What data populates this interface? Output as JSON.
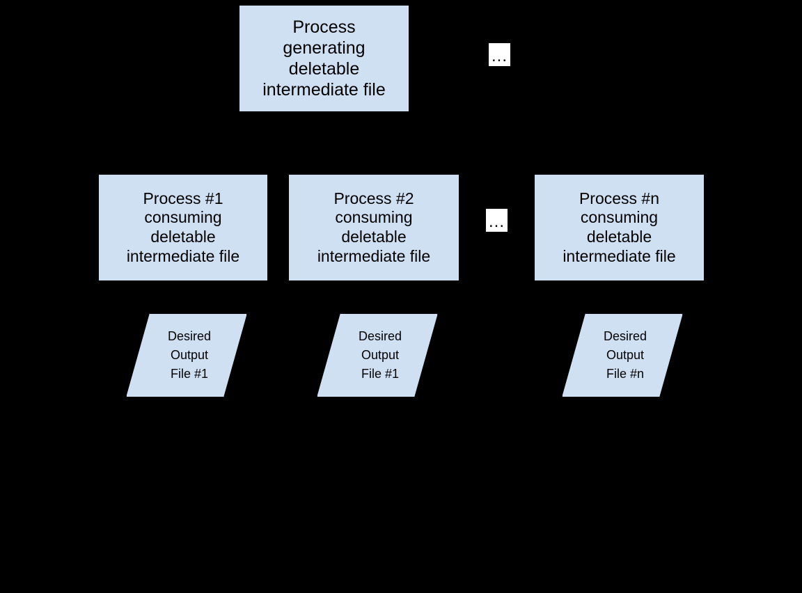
{
  "diagram": {
    "background_color": "#000000",
    "node_fill_color": "#cfe0f3",
    "node_stroke_color": "#000000",
    "ellipsis_fill_color": "#ffffff",
    "text_color": "#000000",
    "generator": {
      "label": "Process\ngenerating\ndeletable\nintermediate file"
    },
    "ellipsis": {
      "top": "...",
      "row": "..."
    },
    "consumers": [
      {
        "label": "Process #1\nconsuming\ndeletable\nintermediate file"
      },
      {
        "label": "Process #2\nconsuming\ndeletable\nintermediate file"
      },
      {
        "label": "Process #n\nconsuming\ndeletable\nintermediate file"
      }
    ],
    "outputs": [
      {
        "label": "Desired\nOutput\nFile #1"
      },
      {
        "label": "Desired\nOutput\nFile #1"
      },
      {
        "label": "Desired\nOutput\nFile #n"
      }
    ]
  }
}
